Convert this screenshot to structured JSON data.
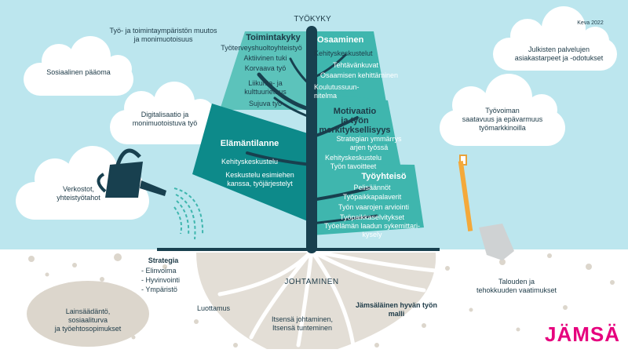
{
  "title": "TYÖKYKY",
  "source": "Keva 2022",
  "brand": "JÄMSÄ",
  "roots_label": "JOHTAMINEN",
  "colors": {
    "sky": "#bce6ee",
    "teal_dark": "#0d8a8a",
    "teal": "#3fb6ae",
    "teal_light": "#5cc3bb",
    "trunk": "#18404f",
    "ground": "#dcd6cc",
    "brand": "#e6007e"
  },
  "clouds": {
    "environment": "Työ- ja toimintaympäristön muutos\nja monimuotoisuus",
    "social_capital": "Sosiaalinen pääoma",
    "digitalization": "Digitalisaatio ja\nmonimuotoistuva työ",
    "networks": "Verkostot,\nyhteistyötahot",
    "public_services": "Julkisten palvelujen\nasiakastarpeet ja -odotukset",
    "workforce": "Työvoiman\nsaatavuus ja epävarmuus\ntyömarkkinoilla"
  },
  "leaves": {
    "toimintakyky": {
      "title": "Toimintakyky",
      "items": [
        "Työterveyshuoltoyhteistyö",
        "Aktiivinen tuki",
        "Korvaava työ",
        "Liikunta- ja\nkulttuurietuus",
        "Sujuva työ"
      ]
    },
    "osaaminen": {
      "title": "Osaaminen",
      "items": [
        "Kehityskeskustelut",
        "Tehtävänkuvat",
        "Osaamisen kehittäminen",
        "Koulutussuun-\nnitelma"
      ]
    },
    "elamantilanne": {
      "title": "Elämäntilanne",
      "items": [
        "Kehityskeskustelu",
        "Keskustelu esimiehen\nkanssa, työjärjestelyt"
      ]
    },
    "motivaatio": {
      "title": "Motivaatio\nja työn\nmerkityksellisyys",
      "items": [
        "Strategian ymmärrys\narjen työssä",
        "Kehityskeskustelu\nTyön tavoitteet"
      ]
    },
    "tyoyhteiso": {
      "title": "Työyhteisö",
      "items": [
        "Pelisäännöt",
        "Työpaikkapalaverit",
        "Työn vaarojen arviointi",
        "Työpaikkaselvitykset",
        "Työelämän laadun sykemittari-\nkysely"
      ]
    }
  },
  "ground": {
    "strategy_title": "Strategia",
    "strategy_items": [
      "-  Elinvoima",
      "-  Hyvinvointi",
      "-  Ympäristö"
    ],
    "legislation": "Lainsäädäntö,\nsosiaaliturva\nja työehtosopimukset",
    "trust": "Luottamus",
    "self_leadership": "Itsensä johtaminen,\nItsensä tunteminen",
    "jamsa_model": "Jämsäläinen hyvän työn\nmalli",
    "economy": "Talouden ja\ntehokkuuden vaatimukset"
  }
}
